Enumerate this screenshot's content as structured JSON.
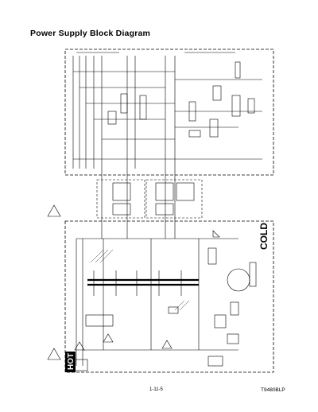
{
  "page": {
    "title": "Power Supply Block Diagram",
    "page_number": "1-11-5",
    "model_number": "T9480BLP"
  },
  "diagram": {
    "hot_label": "HOT",
    "cold_label": "COLD"
  }
}
